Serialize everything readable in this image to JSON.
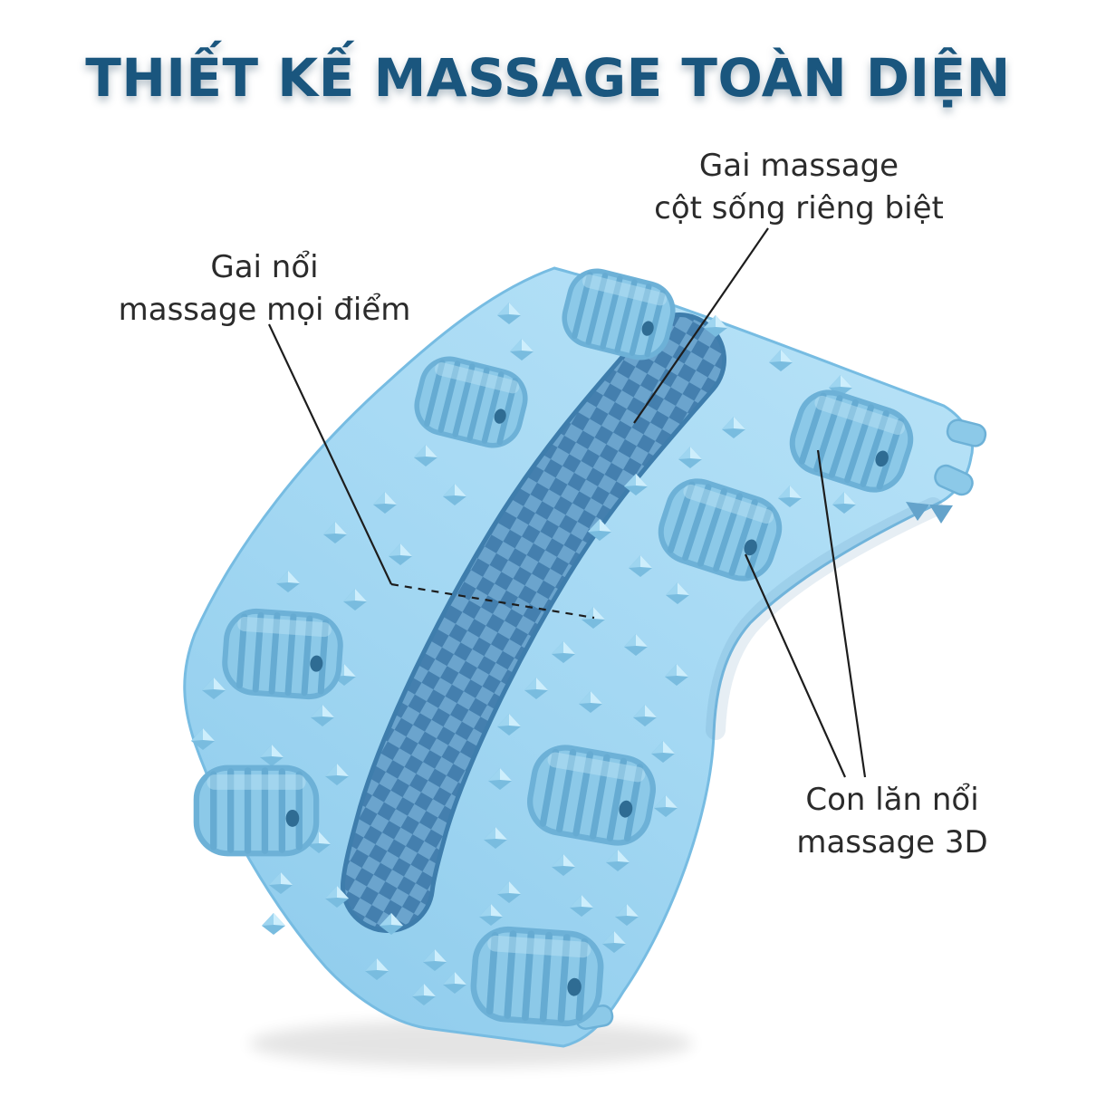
{
  "title": "THIẾT KẾ MASSAGE TOÀN DIỆN",
  "callouts": [
    {
      "id": "spine-spikes",
      "lines": [
        "Gai massage",
        "cột sống riêng biệt"
      ]
    },
    {
      "id": "surface-spikes",
      "lines": [
        "Gai nổi",
        "massage mọi điểm"
      ]
    },
    {
      "id": "rollers",
      "lines": [
        "Con lăn nổi",
        "massage 3D"
      ]
    }
  ],
  "colors": {
    "background": "#ffffff",
    "title_text": "#1a567e",
    "label_text": "#2b2b2b",
    "product_base": "#a4d8f3",
    "product_edge": "#77bce2",
    "spine_strip": "#4d8bba",
    "roller": "#8cc9e8",
    "callout_line": "#1d1d1d"
  }
}
